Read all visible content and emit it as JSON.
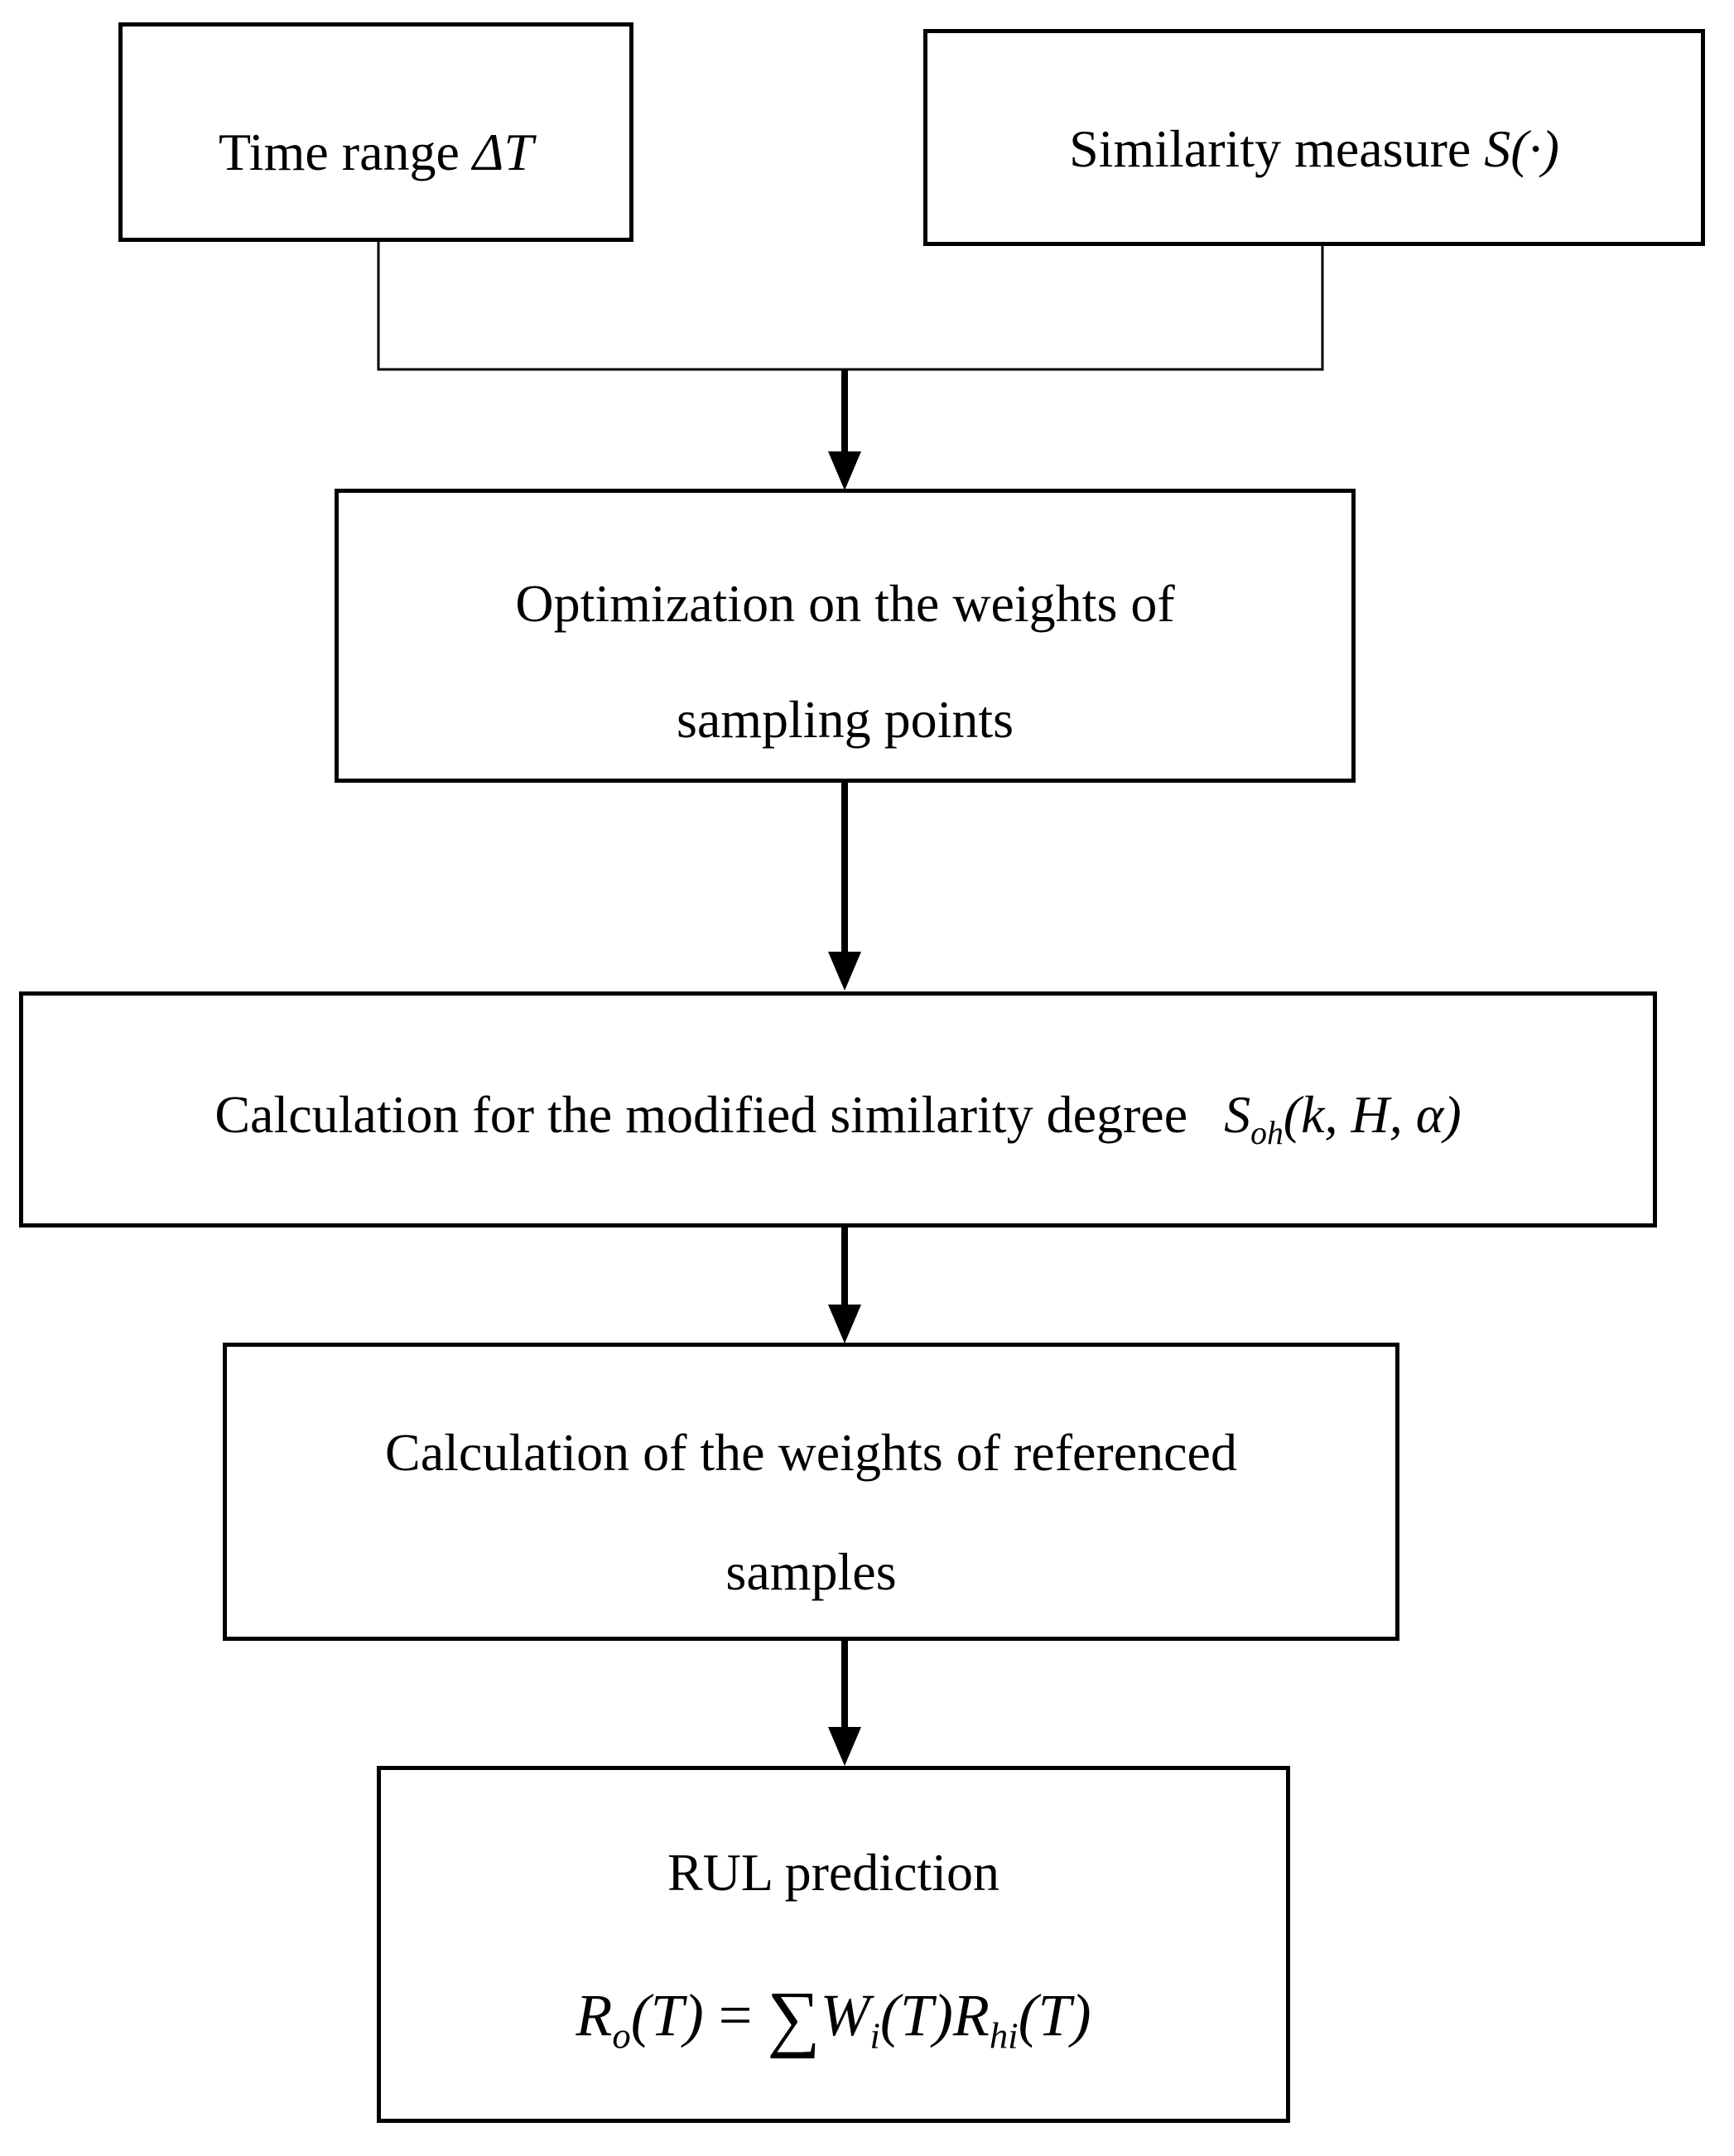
{
  "diagram": {
    "inputs": {
      "time_range": {
        "label": "Time range",
        "symbol": "ΔT"
      },
      "similarity": {
        "label": "Similarity measure",
        "symbol": "S(·)"
      }
    },
    "steps": {
      "optimization": {
        "line1": "Optimization on the weights of",
        "line2": "sampling points"
      },
      "modified_similarity": {
        "label": "Calculation for the modified similarity degree",
        "symbol": "S",
        "symbol_sub": "oh",
        "args": "(k, H, α)"
      },
      "referenced_weights": {
        "line1": "Calculation of the weights of referenced",
        "line2": "samples"
      },
      "rul": {
        "title": "RUL prediction",
        "formula": {
          "lhs": "R",
          "lhs_sub": "o",
          "lhs_arg": "(T)",
          "eq": "=",
          "sum": "∑",
          "w": "W",
          "w_sub": "i",
          "w_arg": "(T)",
          "r": "R",
          "r_sub": "hi",
          "r_arg": "(T)"
        }
      }
    },
    "colors": {
      "stroke": "#000000",
      "background": "#ffffff"
    }
  }
}
